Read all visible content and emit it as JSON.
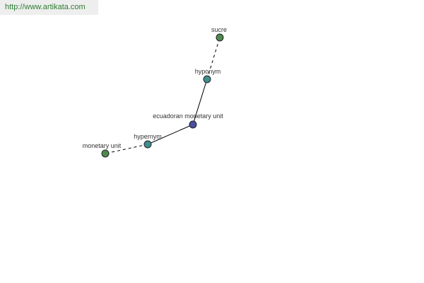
{
  "site": {
    "url": "http://www.artikata.com"
  },
  "graph": {
    "nodes": [
      {
        "id": "sucre",
        "label": "sucre",
        "color": "#4f8a4f"
      },
      {
        "id": "hyponym",
        "label": "hyponym",
        "color": "#3f8f8f"
      },
      {
        "id": "center",
        "label": "ecuadoran monetary unit",
        "color": "#4a4fa0"
      },
      {
        "id": "hypernym",
        "label": "hypernym",
        "color": "#3f8f8f"
      },
      {
        "id": "monetary_unit",
        "label": "monetary unit",
        "color": "#4f8a4f"
      }
    ],
    "edges": [
      {
        "from": "hyponym",
        "to": "sucre",
        "style": "dashed"
      },
      {
        "from": "center",
        "to": "hyponym",
        "style": "solid"
      },
      {
        "from": "center",
        "to": "hypernym",
        "style": "solid"
      },
      {
        "from": "hypernym",
        "to": "monetary_unit",
        "style": "dashed"
      }
    ]
  }
}
